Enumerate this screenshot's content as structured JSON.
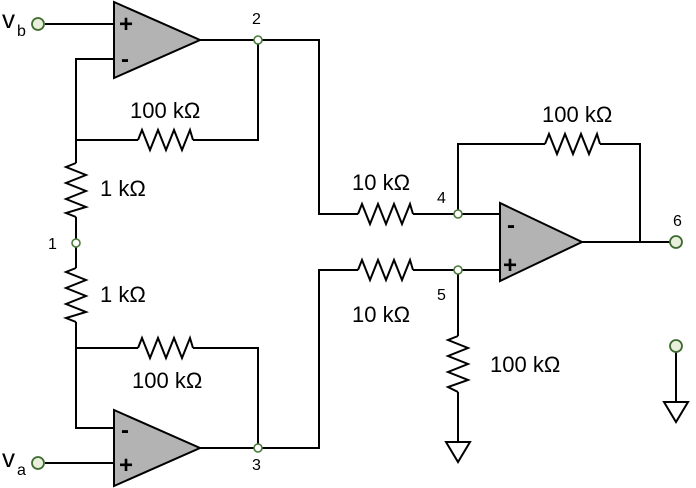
{
  "inputs": {
    "vb": {
      "main": "v",
      "sub": "b"
    },
    "va": {
      "main": "v",
      "sub": "a"
    }
  },
  "resistors": {
    "top_feedback": "100 kΩ",
    "top_gain": "1 kΩ",
    "bottom_gain": "1 kΩ",
    "bottom_feedback": "100 kΩ",
    "inv_input": "10 kΩ",
    "noninv_input": "10 kΩ",
    "output_feedback": "100 kΩ",
    "ground_resistor": "100 kΩ"
  },
  "nodes": {
    "n1": "1",
    "n2": "2",
    "n3": "3",
    "n4": "4",
    "n5": "5",
    "n6": "6"
  },
  "opamp_signs": {
    "plus": "+",
    "minus": "-"
  }
}
